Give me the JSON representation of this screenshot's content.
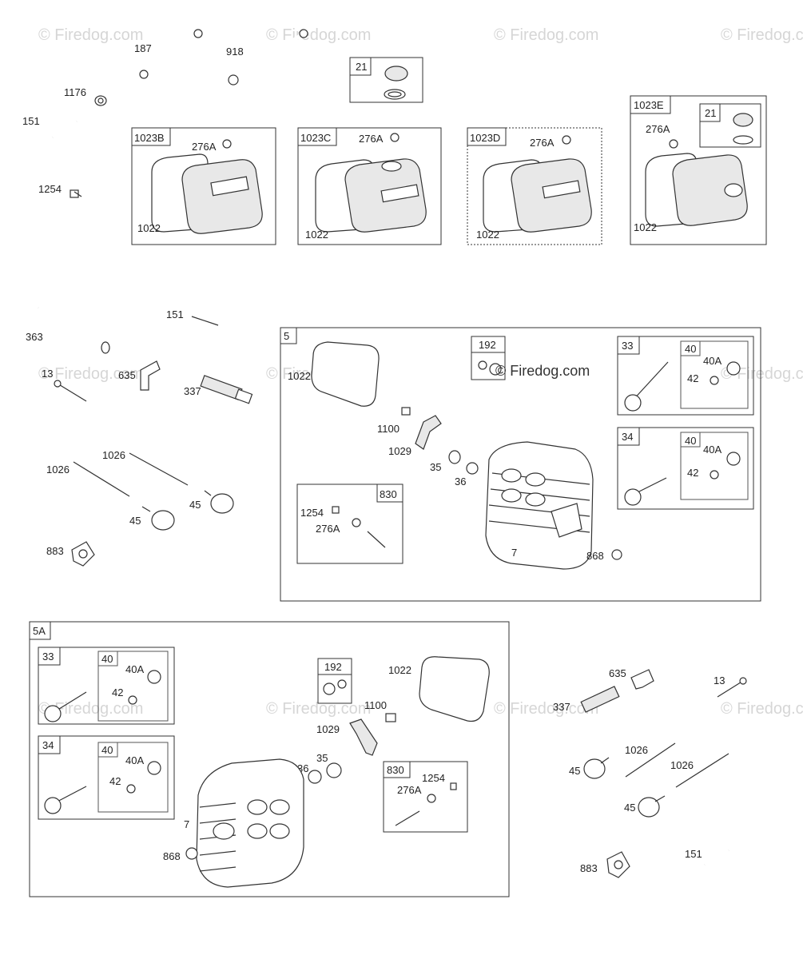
{
  "watermark": {
    "text": "© Firedog.com"
  },
  "center_watermark": {
    "text": "© Firedog.com"
  },
  "top": {
    "labels": {
      "p187": "187",
      "p918": "918",
      "p1176": "1176",
      "p151": "151",
      "p1254": "1254"
    },
    "box21": {
      "title": "21"
    },
    "box1023B": {
      "title": "1023B",
      "l276A": "276A",
      "l1022": "1022"
    },
    "box1023C": {
      "title": "1023C",
      "l276A": "276A",
      "l1022": "1022"
    },
    "box1023D": {
      "title": "1023D",
      "l276A": "276A",
      "l1022": "1022"
    },
    "box1023E": {
      "title": "1023E",
      "l276A": "276A",
      "l1022": "1022",
      "sub21": "21"
    }
  },
  "left_mid": {
    "p363": "363",
    "p151": "151",
    "p635": "635",
    "p13": "13",
    "p337": "337",
    "p1026a": "1026",
    "p1026b": "1026",
    "p45a": "45",
    "p45b": "45",
    "p883": "883"
  },
  "box5": {
    "title": "5",
    "p1022": "1022",
    "p1100": "1100",
    "p1029": "1029",
    "p35": "35",
    "p36": "36",
    "p7": "7",
    "p868": "868",
    "box192": {
      "title": "192"
    },
    "box33": {
      "title": "33",
      "sub40": "40",
      "p40A": "40A",
      "p42": "42"
    },
    "box34": {
      "title": "34",
      "sub40": "40",
      "p40A": "40A",
      "p42": "42"
    },
    "box830": {
      "title": "830",
      "p1254": "1254",
      "p276A": "276A"
    }
  },
  "box5A": {
    "title": "5A",
    "p1022": "1022",
    "p1100": "1100",
    "p1029": "1029",
    "p35": "35",
    "p36": "36",
    "p7": "7",
    "p868": "868",
    "box192": {
      "title": "192"
    },
    "box33": {
      "title": "33",
      "sub40": "40",
      "p40A": "40A",
      "p42": "42"
    },
    "box34": {
      "title": "34",
      "sub40": "40",
      "p40A": "40A",
      "p42": "42"
    },
    "box830": {
      "title": "830",
      "p1254": "1254",
      "p276A": "276A"
    }
  },
  "right_bottom": {
    "p635": "635",
    "p13": "13",
    "p337": "337",
    "p1026a": "1026",
    "p1026b": "1026",
    "p45a": "45",
    "p45b": "45",
    "p883": "883",
    "p151": "151"
  }
}
